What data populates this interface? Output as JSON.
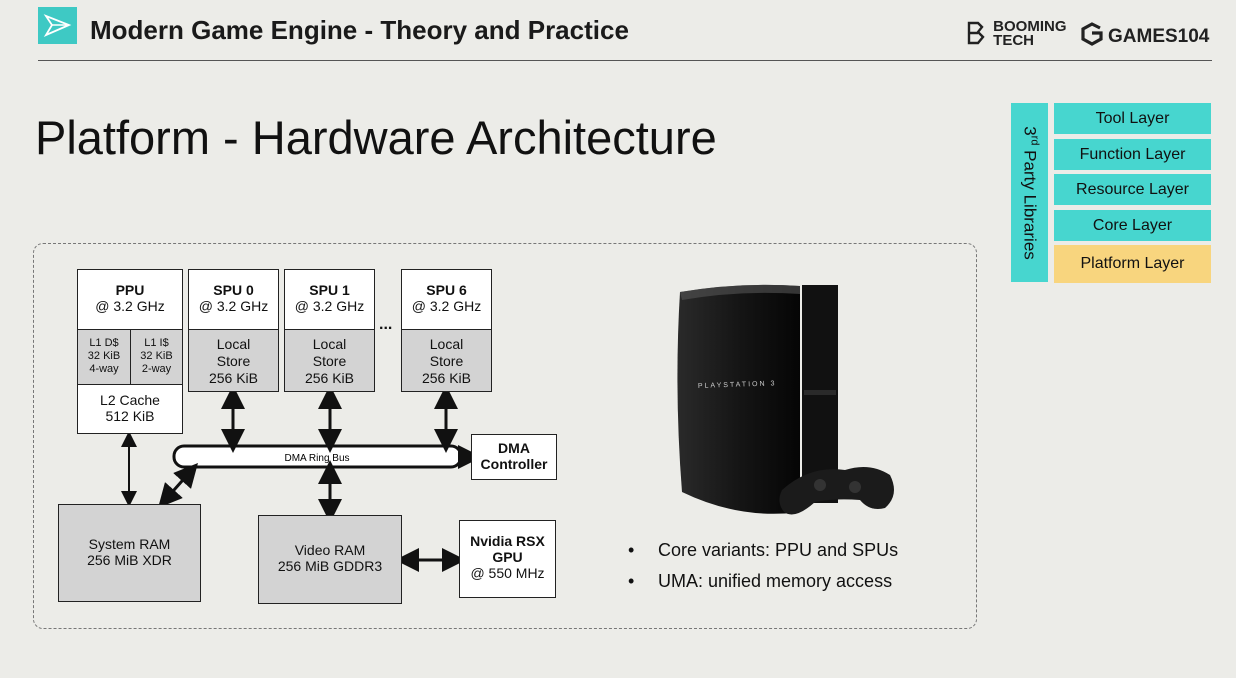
{
  "header": {
    "title": "Modern Game Engine - Theory and Practice",
    "brand_left": [
      "BOOMING",
      "TECH"
    ],
    "brand_right": "GAMES104"
  },
  "slide": {
    "title": "Platform - Hardware Architecture"
  },
  "sidebar": {
    "vertical_label": "3rd Party Libraries",
    "layers": [
      "Tool Layer",
      "Function Layer",
      "Resource Layer",
      "Core Layer",
      "Platform Layer"
    ]
  },
  "diagram": {
    "ppu": {
      "name": "PPU",
      "clock": "@ 3.2 GHz",
      "l1d": [
        "L1 D$",
        "32 KiB",
        "4-way"
      ],
      "l1i": [
        "L1 I$",
        "32 KiB",
        "2-way"
      ],
      "l2": [
        "L2 Cache",
        "512 KiB"
      ]
    },
    "spus": [
      {
        "name": "SPU 0",
        "clock": "@ 3.2 GHz",
        "store": [
          "Local",
          "Store",
          "256 KiB"
        ]
      },
      {
        "name": "SPU 1",
        "clock": "@ 3.2 GHz",
        "store": [
          "Local",
          "Store",
          "256 KiB"
        ]
      },
      {
        "name": "SPU 6",
        "clock": "@ 3.2 GHz",
        "store": [
          "Local",
          "Store",
          "256 KiB"
        ]
      }
    ],
    "ellipsis": "...",
    "bus": "DMA Ring Bus",
    "dma": [
      "DMA",
      "Controller"
    ],
    "sysram": [
      "System RAM",
      "256 MiB XDR"
    ],
    "vram": [
      "Video RAM",
      "256 MiB GDDR3"
    ],
    "gpu": [
      "Nvidia RSX",
      "GPU",
      "@ 550 MHz"
    ]
  },
  "console_label": "PLAYSTATION 3",
  "bullets": [
    "Core variants: PPU and SPUs",
    "UMA: unified memory access"
  ],
  "colors": {
    "accent_teal": "#47d6cf",
    "platform_yellow": "#f8d57e",
    "background": "#ecece8"
  }
}
